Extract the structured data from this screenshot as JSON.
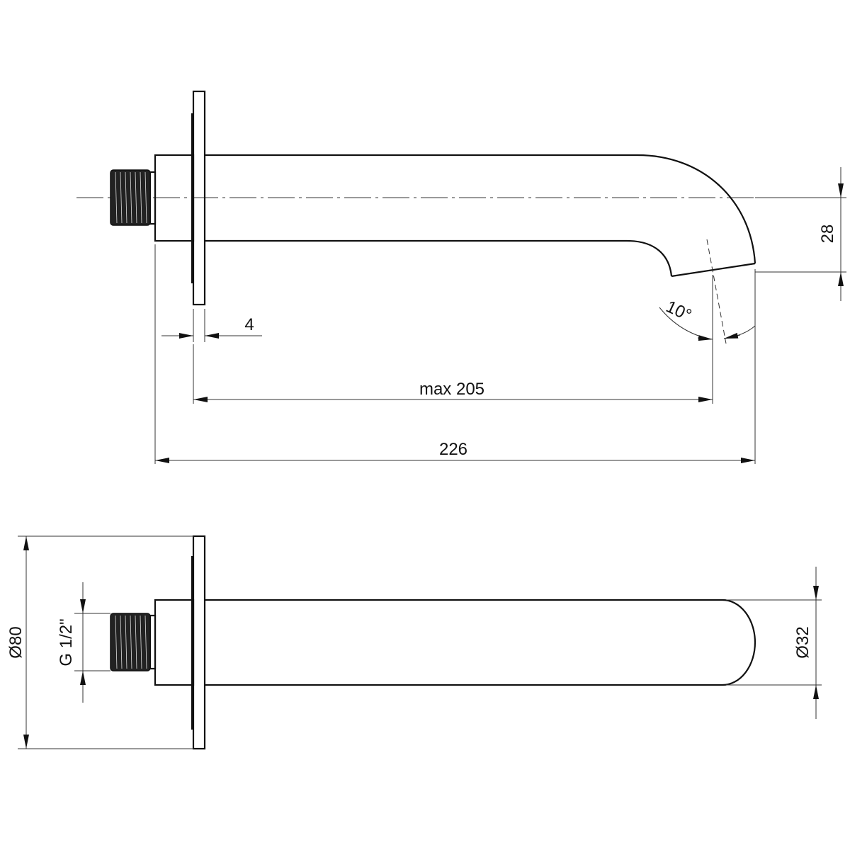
{
  "drawing": {
    "side_view": {
      "dimensions": {
        "height_offset": "28",
        "flange_thickness": "4",
        "max_length": "max 205",
        "total_length": "226",
        "angle": "10°"
      }
    },
    "top_view": {
      "dimensions": {
        "flange_diameter": "Ø80",
        "thread": "G 1/2\"",
        "spout_diameter": "Ø32"
      }
    }
  }
}
